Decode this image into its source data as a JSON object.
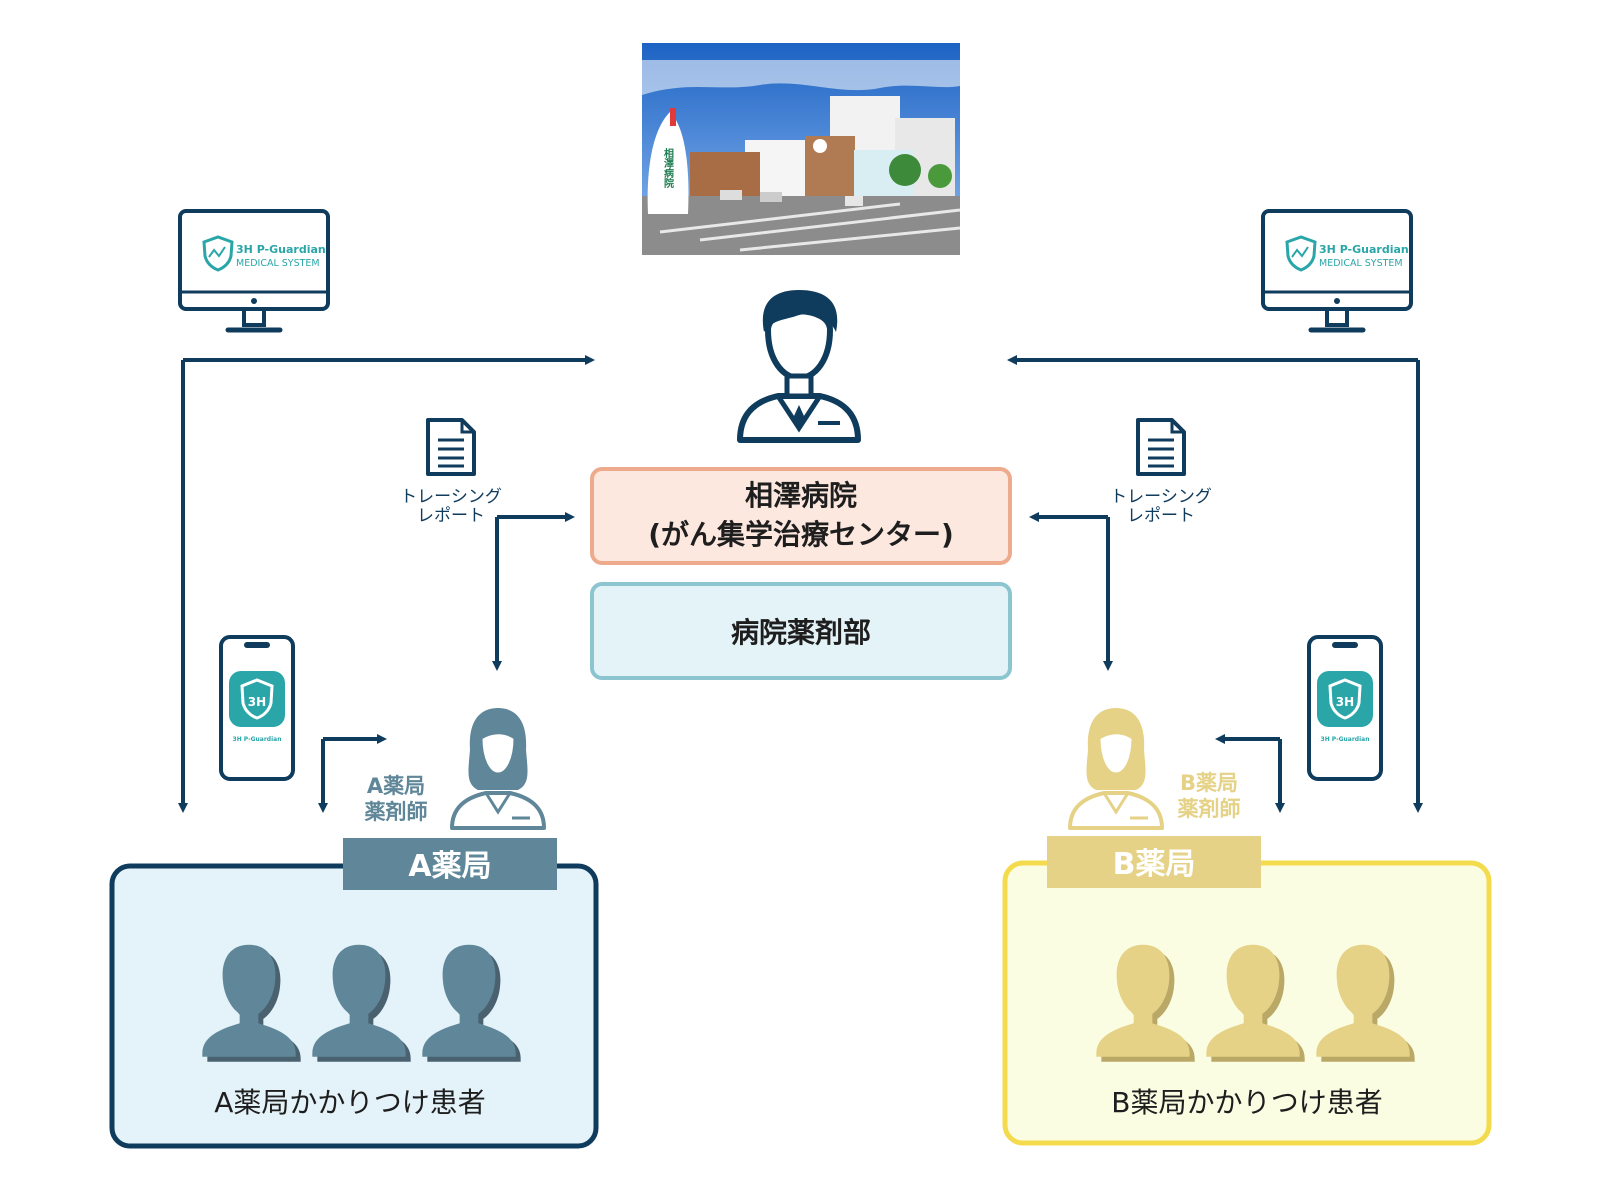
{
  "colors": {
    "navy": "#0f3b5c",
    "a_color": "#5f8799",
    "b_color": "#e5d287",
    "b_border": "#f4db4e",
    "hospital_fill": "#fde8df",
    "hospital_border": "#eeaa8c",
    "pharmacy_dept_fill": "#e4f3f8",
    "pharmacy_dept_border": "#8cc5d0",
    "a_box_fill": "#e4f3f9",
    "b_box_fill": "#fbfde2",
    "teal": "#2aa6a8"
  },
  "hospital": {
    "photo_sign": "相澤病院",
    "name_line1": "相澤病院",
    "name_line2": "(がん集学治療センター)"
  },
  "pharmacy_dept": {
    "label": "病院薬剤部"
  },
  "tracing_report_left": {
    "line1": "トレーシング",
    "line2": "レポート"
  },
  "tracing_report_right": {
    "line1": "トレーシング",
    "line2": "レポート"
  },
  "monitor_left": {
    "brand": "3H P-Guardian",
    "sub": "MEDICAL SYSTEM"
  },
  "monitor_right": {
    "brand": "3H P-Guardian",
    "sub": "MEDICAL SYSTEM"
  },
  "phone_left": {
    "icon_text": "3H",
    "app_name": "3H P-Guardian"
  },
  "phone_right": {
    "icon_text": "3H",
    "app_name": "3H P-Guardian"
  },
  "pharmacy_a": {
    "pharmacist_line1": "A薬局",
    "pharmacist_line2": "薬剤師",
    "tab_label": "A薬局",
    "patients_label": "A薬局かかりつけ患者"
  },
  "pharmacy_b": {
    "pharmacist_line1": "B薬局",
    "pharmacist_line2": "薬剤師",
    "tab_label": "B薬局",
    "patients_label": "B薬局かかりつけ患者"
  }
}
